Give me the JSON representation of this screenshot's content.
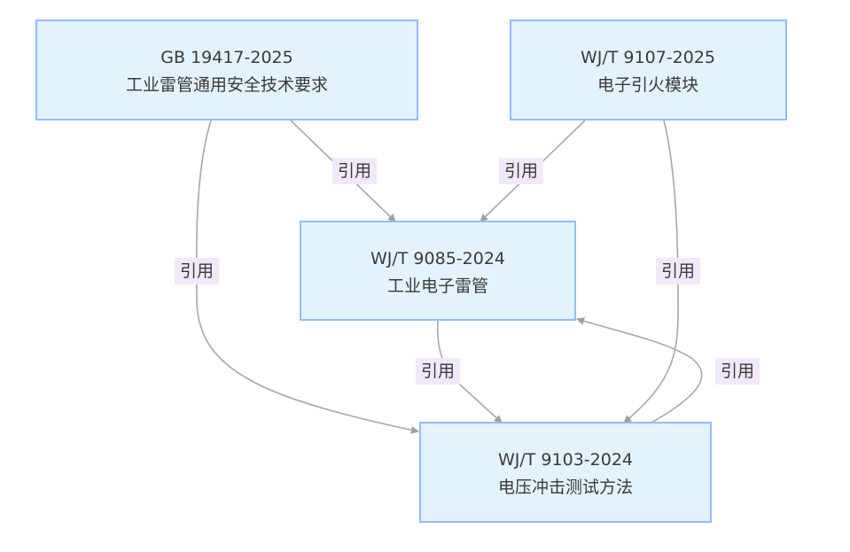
{
  "diagram": {
    "type": "flowchart",
    "nodes": [
      {
        "id": "gb19417",
        "code": "GB 19417-2025",
        "title": "工业雷管通用安全技术要求"
      },
      {
        "id": "wjt9107",
        "code": "WJ/T 9107-2025",
        "title": "电子引火模块"
      },
      {
        "id": "wjt9085",
        "code": "WJ/T 9085-2024",
        "title": "工业电子雷管"
      },
      {
        "id": "wjt9103",
        "code": "WJ/T 9103-2024",
        "title": "电压冲击测试方法"
      }
    ],
    "edges": [
      {
        "from": "gb19417",
        "to": "wjt9085",
        "label": "引用"
      },
      {
        "from": "wjt9107",
        "to": "wjt9085",
        "label": "引用"
      },
      {
        "from": "gb19417",
        "to": "wjt9103",
        "label": "引用"
      },
      {
        "from": "wjt9107",
        "to": "wjt9103",
        "label": "引用"
      },
      {
        "from": "wjt9085",
        "to": "wjt9103",
        "label": "引用"
      },
      {
        "from": "wjt9103",
        "to": "wjt9085",
        "label": "引用"
      }
    ]
  }
}
